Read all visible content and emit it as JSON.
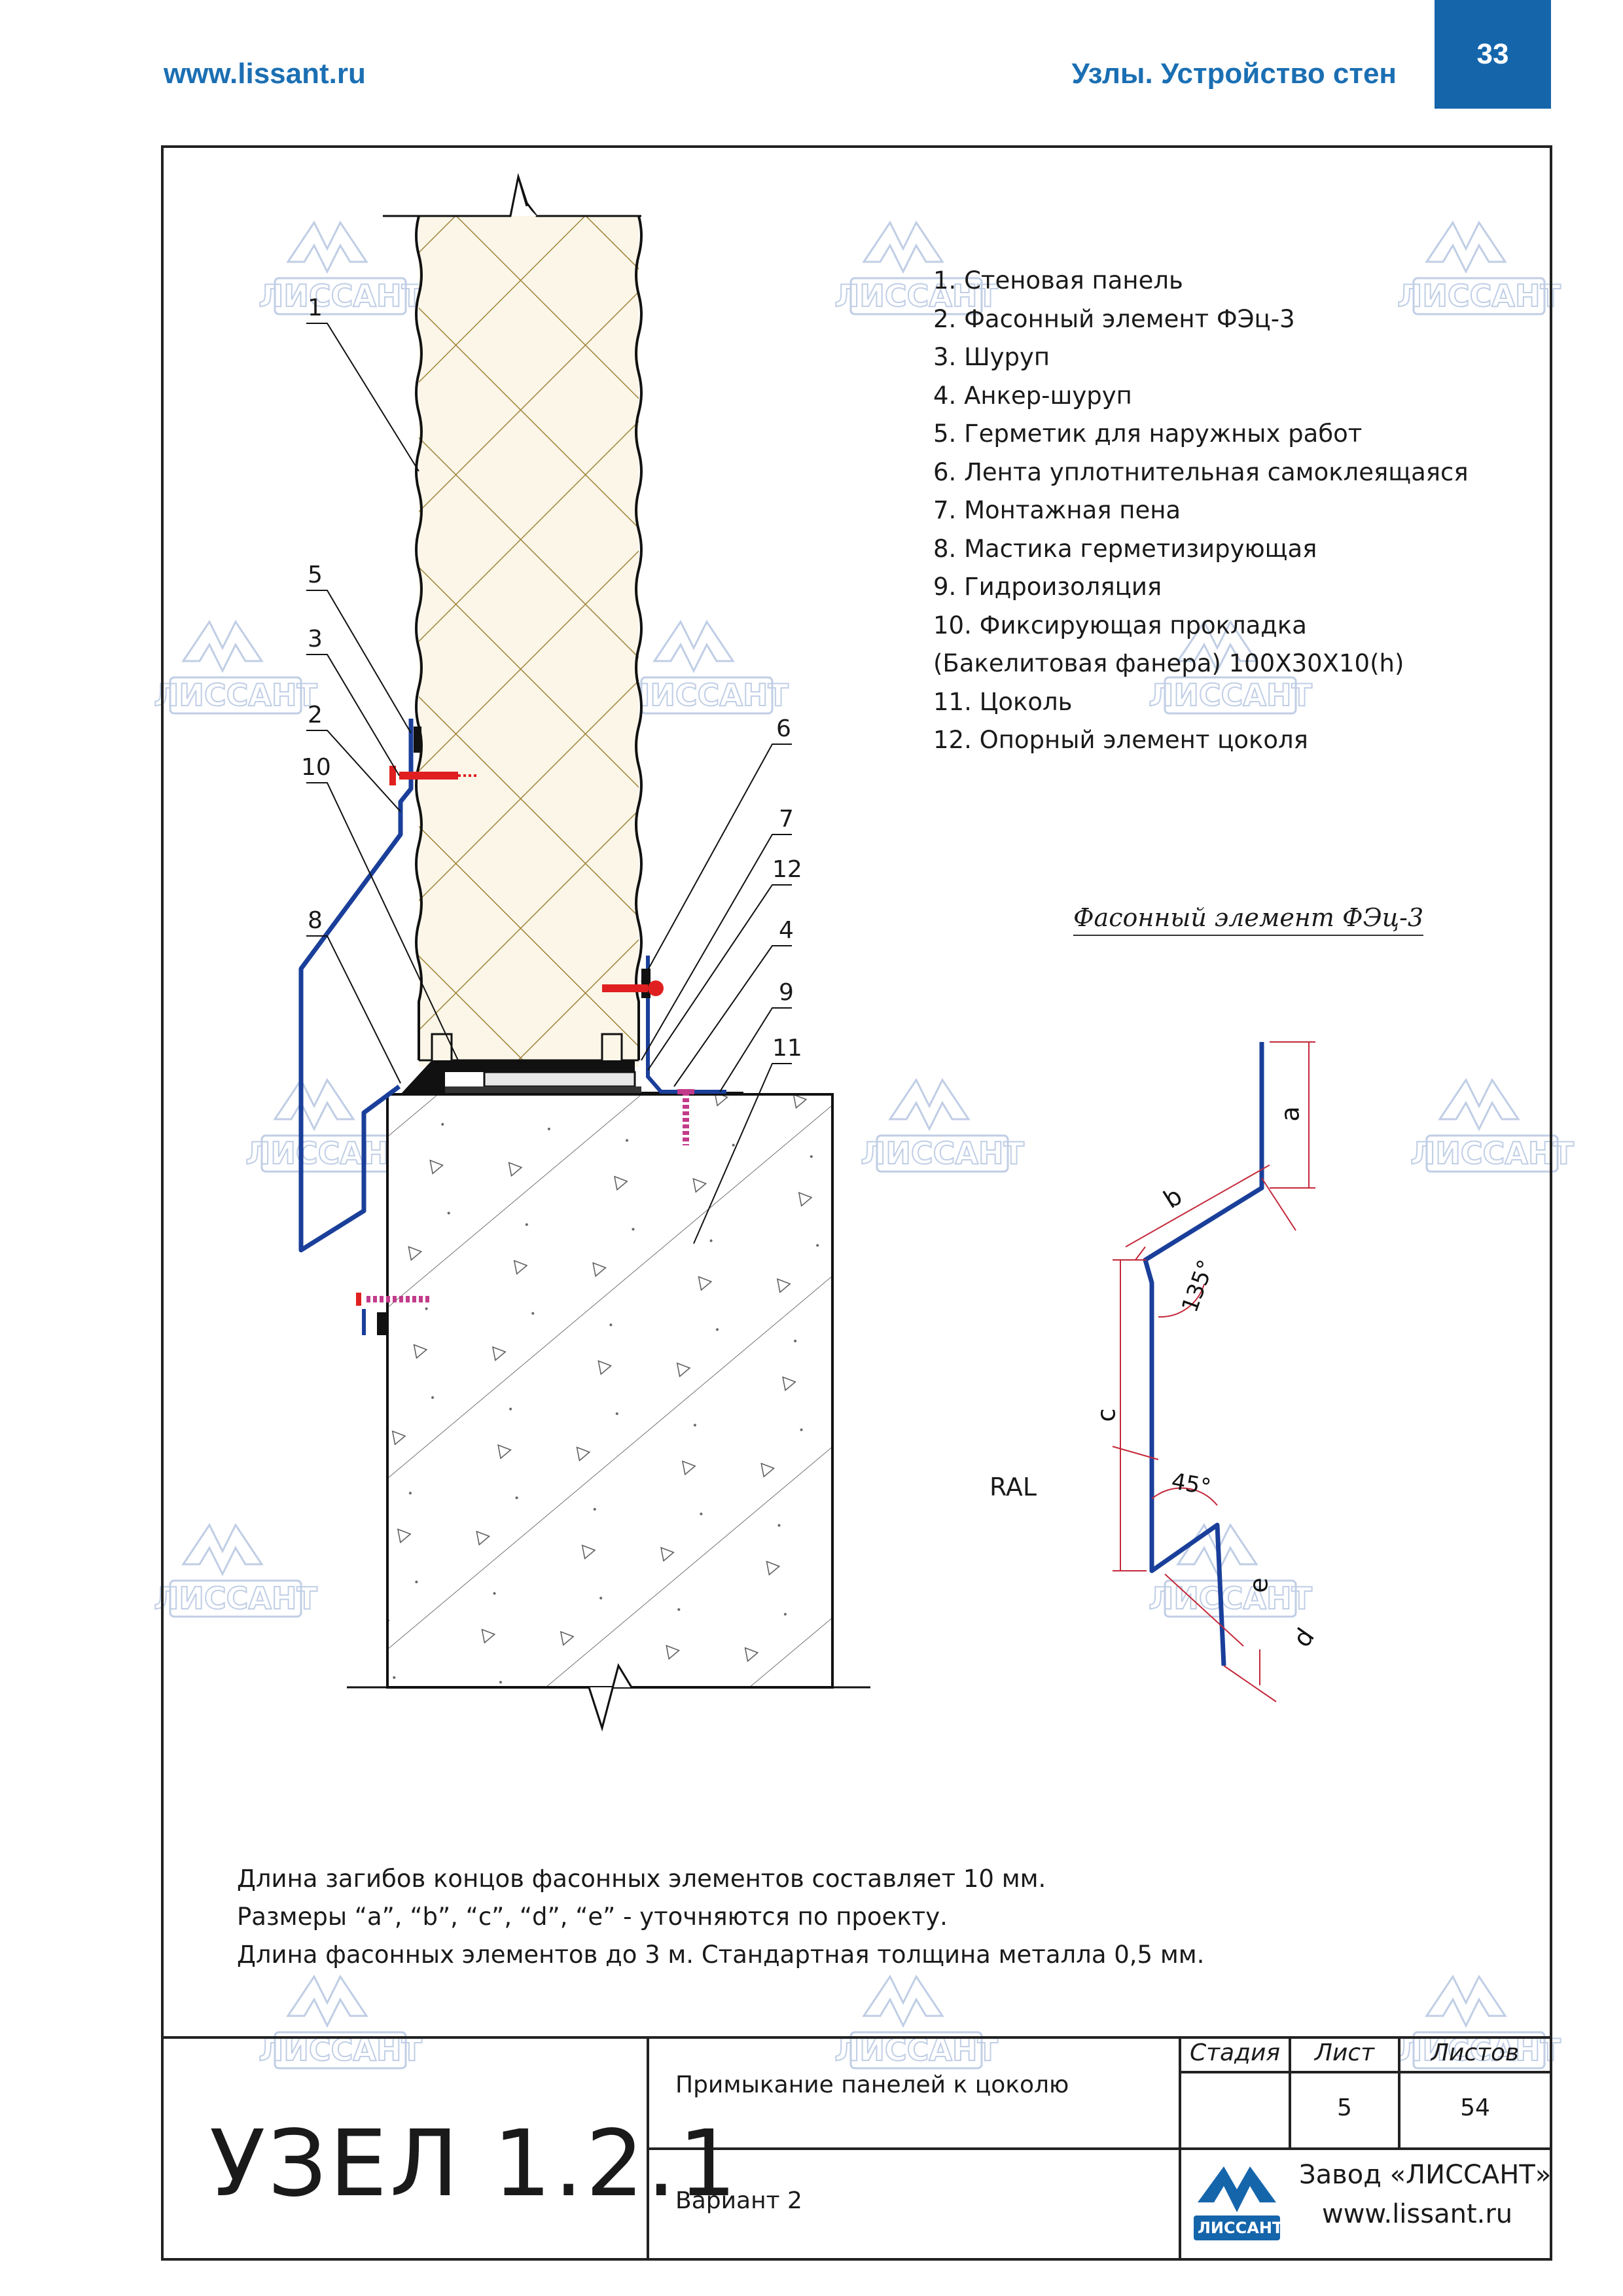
{
  "header": {
    "site": "www.lissant.ru",
    "section": "Узлы. Устройство стен",
    "page_number": "33",
    "accent_color": "#1565ab"
  },
  "legend": [
    "1. Стеновая панель",
    "2. Фасонный элемент ФЭц-3",
    "3. Шуруп",
    "4. Анкер-шуруп",
    "5. Герметик для наружных работ",
    "6. Лента уплотнительная самоклеящаяся",
    "7. Монтажная пена",
    "8. Мастика герметизирующая",
    "9. Гидроизоляция",
    "10. Фиксирующая прокладка",
    "(Бакелитовая фанера) 100Х30Х10(h)",
    "11. Цоколь",
    "12. Опорный элемент цоколя"
  ],
  "callouts": [
    "1",
    "5",
    "3",
    "2",
    "10",
    "8",
    "6",
    "7",
    "12",
    "4",
    "9",
    "11"
  ],
  "profile": {
    "title": "Фасонный элемент ФЭц-3",
    "ral": "RAL",
    "dims": [
      "a",
      "b",
      "c",
      "d",
      "e"
    ],
    "angles": [
      "135°",
      "45°"
    ]
  },
  "notes": [
    "Длина загибов концов фасонных элементов составляет 10 мм.",
    "Размеры “a”, “b”, “c”, “d”, “e” - уточняются по проекту.",
    "Длина фасонных элементов до 3 м. Стандартная толщина металла 0,5 мм."
  ],
  "title_block": {
    "node": "УЗЕЛ 1.2.1",
    "description": "Примыкание панелей к цоколю",
    "variant": "Вариант 2",
    "stage_label": "Стадия",
    "sheet_label": "Лист",
    "sheets_label": "Листов",
    "stage_value": "",
    "sheet_value": "5",
    "sheets_value": "54",
    "company": "Завод «ЛИССАНТ»",
    "company_site": "www.lissant.ru",
    "logo_text": "ЛИССАНТ"
  }
}
